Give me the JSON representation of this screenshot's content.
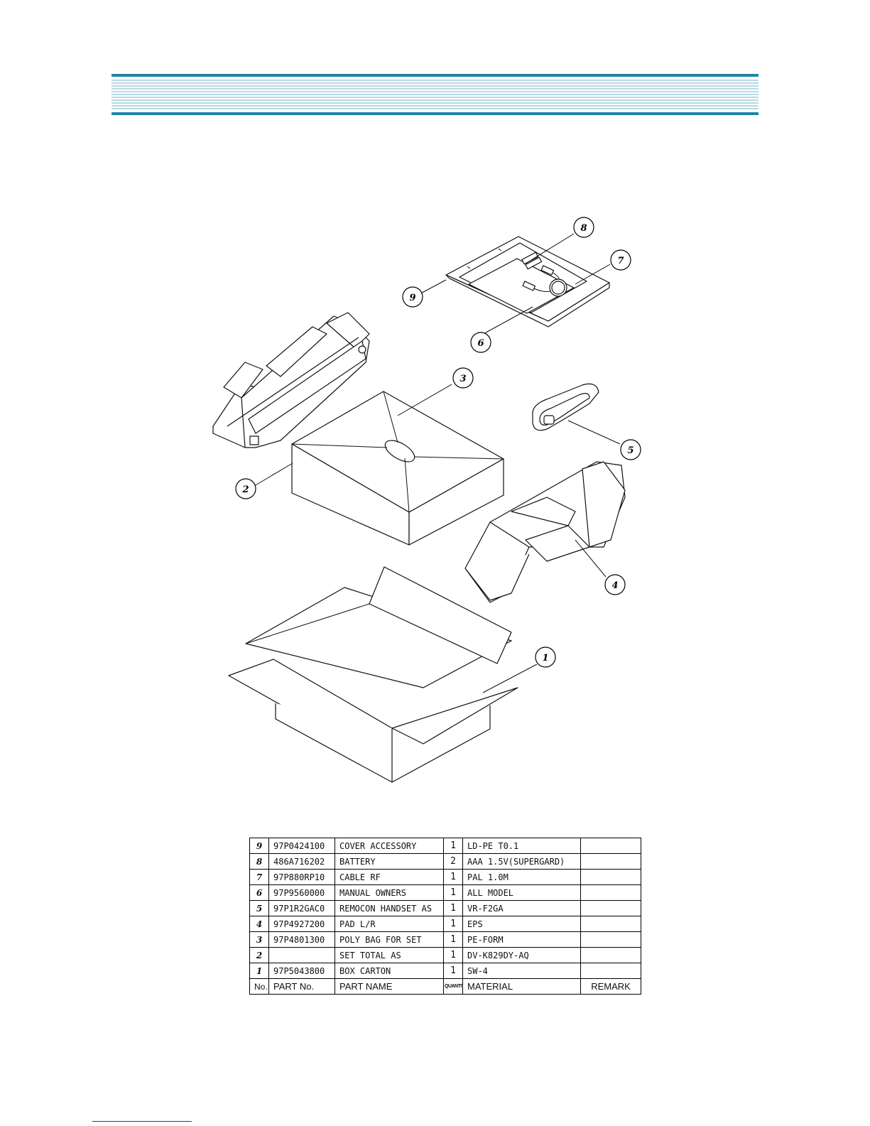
{
  "header": {
    "band_color": "#1e86a6"
  },
  "diagram": {
    "callouts": [
      {
        "num": "1",
        "label_name": "box-carton"
      },
      {
        "num": "2",
        "label_name": "set-total"
      },
      {
        "num": "3",
        "label_name": "poly-bag"
      },
      {
        "num": "4",
        "label_name": "pad-right"
      },
      {
        "num": "5",
        "label_name": "remocon-handset"
      },
      {
        "num": "6",
        "label_name": "manual-owners"
      },
      {
        "num": "7",
        "label_name": "cable-rf"
      },
      {
        "num": "8",
        "label_name": "battery"
      },
      {
        "num": "9",
        "label_name": "cover-accessory"
      }
    ]
  },
  "parts_table": {
    "headers": {
      "no": "No.",
      "part_no": "PART No.",
      "part_name": "PART NAME",
      "quantity": "QUANTITY",
      "material": "MATERIAL",
      "remark": "REMARK"
    },
    "rows": [
      {
        "no": "9",
        "part_no": "97P0424100",
        "part_name": "COVER ACCESSORY",
        "qty": "1",
        "material": "LD-PE T0.1",
        "remark": ""
      },
      {
        "no": "8",
        "part_no": "486A716202",
        "part_name": "BATTERY",
        "qty": "2",
        "material": "AAA 1.5V(SUPERGARD)",
        "remark": ""
      },
      {
        "no": "7",
        "part_no": "97P880RP10",
        "part_name": "CABLE RF",
        "qty": "1",
        "material": "PAL 1.0M",
        "remark": ""
      },
      {
        "no": "6",
        "part_no": "97P9560000",
        "part_name": "MANUAL OWNERS",
        "qty": "1",
        "material": "ALL MODEL",
        "remark": ""
      },
      {
        "no": "5",
        "part_no": "97P1R2GAC0",
        "part_name": "REMOCON HANDSET AS",
        "qty": "1",
        "material": "VR-F2GA",
        "remark": ""
      },
      {
        "no": "4",
        "part_no": "97P4927200",
        "part_name": "PAD L/R",
        "qty": "1",
        "material": "EPS",
        "remark": ""
      },
      {
        "no": "3",
        "part_no": "97P4801300",
        "part_name": "POLY BAG FOR SET",
        "qty": "1",
        "material": "PE-FORM",
        "remark": ""
      },
      {
        "no": "2",
        "part_no": "",
        "part_name": "SET TOTAL AS",
        "qty": "1",
        "material": "DV-K829DY-AQ",
        "remark": ""
      },
      {
        "no": "1",
        "part_no": "97P5043800",
        "part_name": "BOX CARTON",
        "qty": "1",
        "material": "SW-4",
        "remark": ""
      }
    ]
  }
}
